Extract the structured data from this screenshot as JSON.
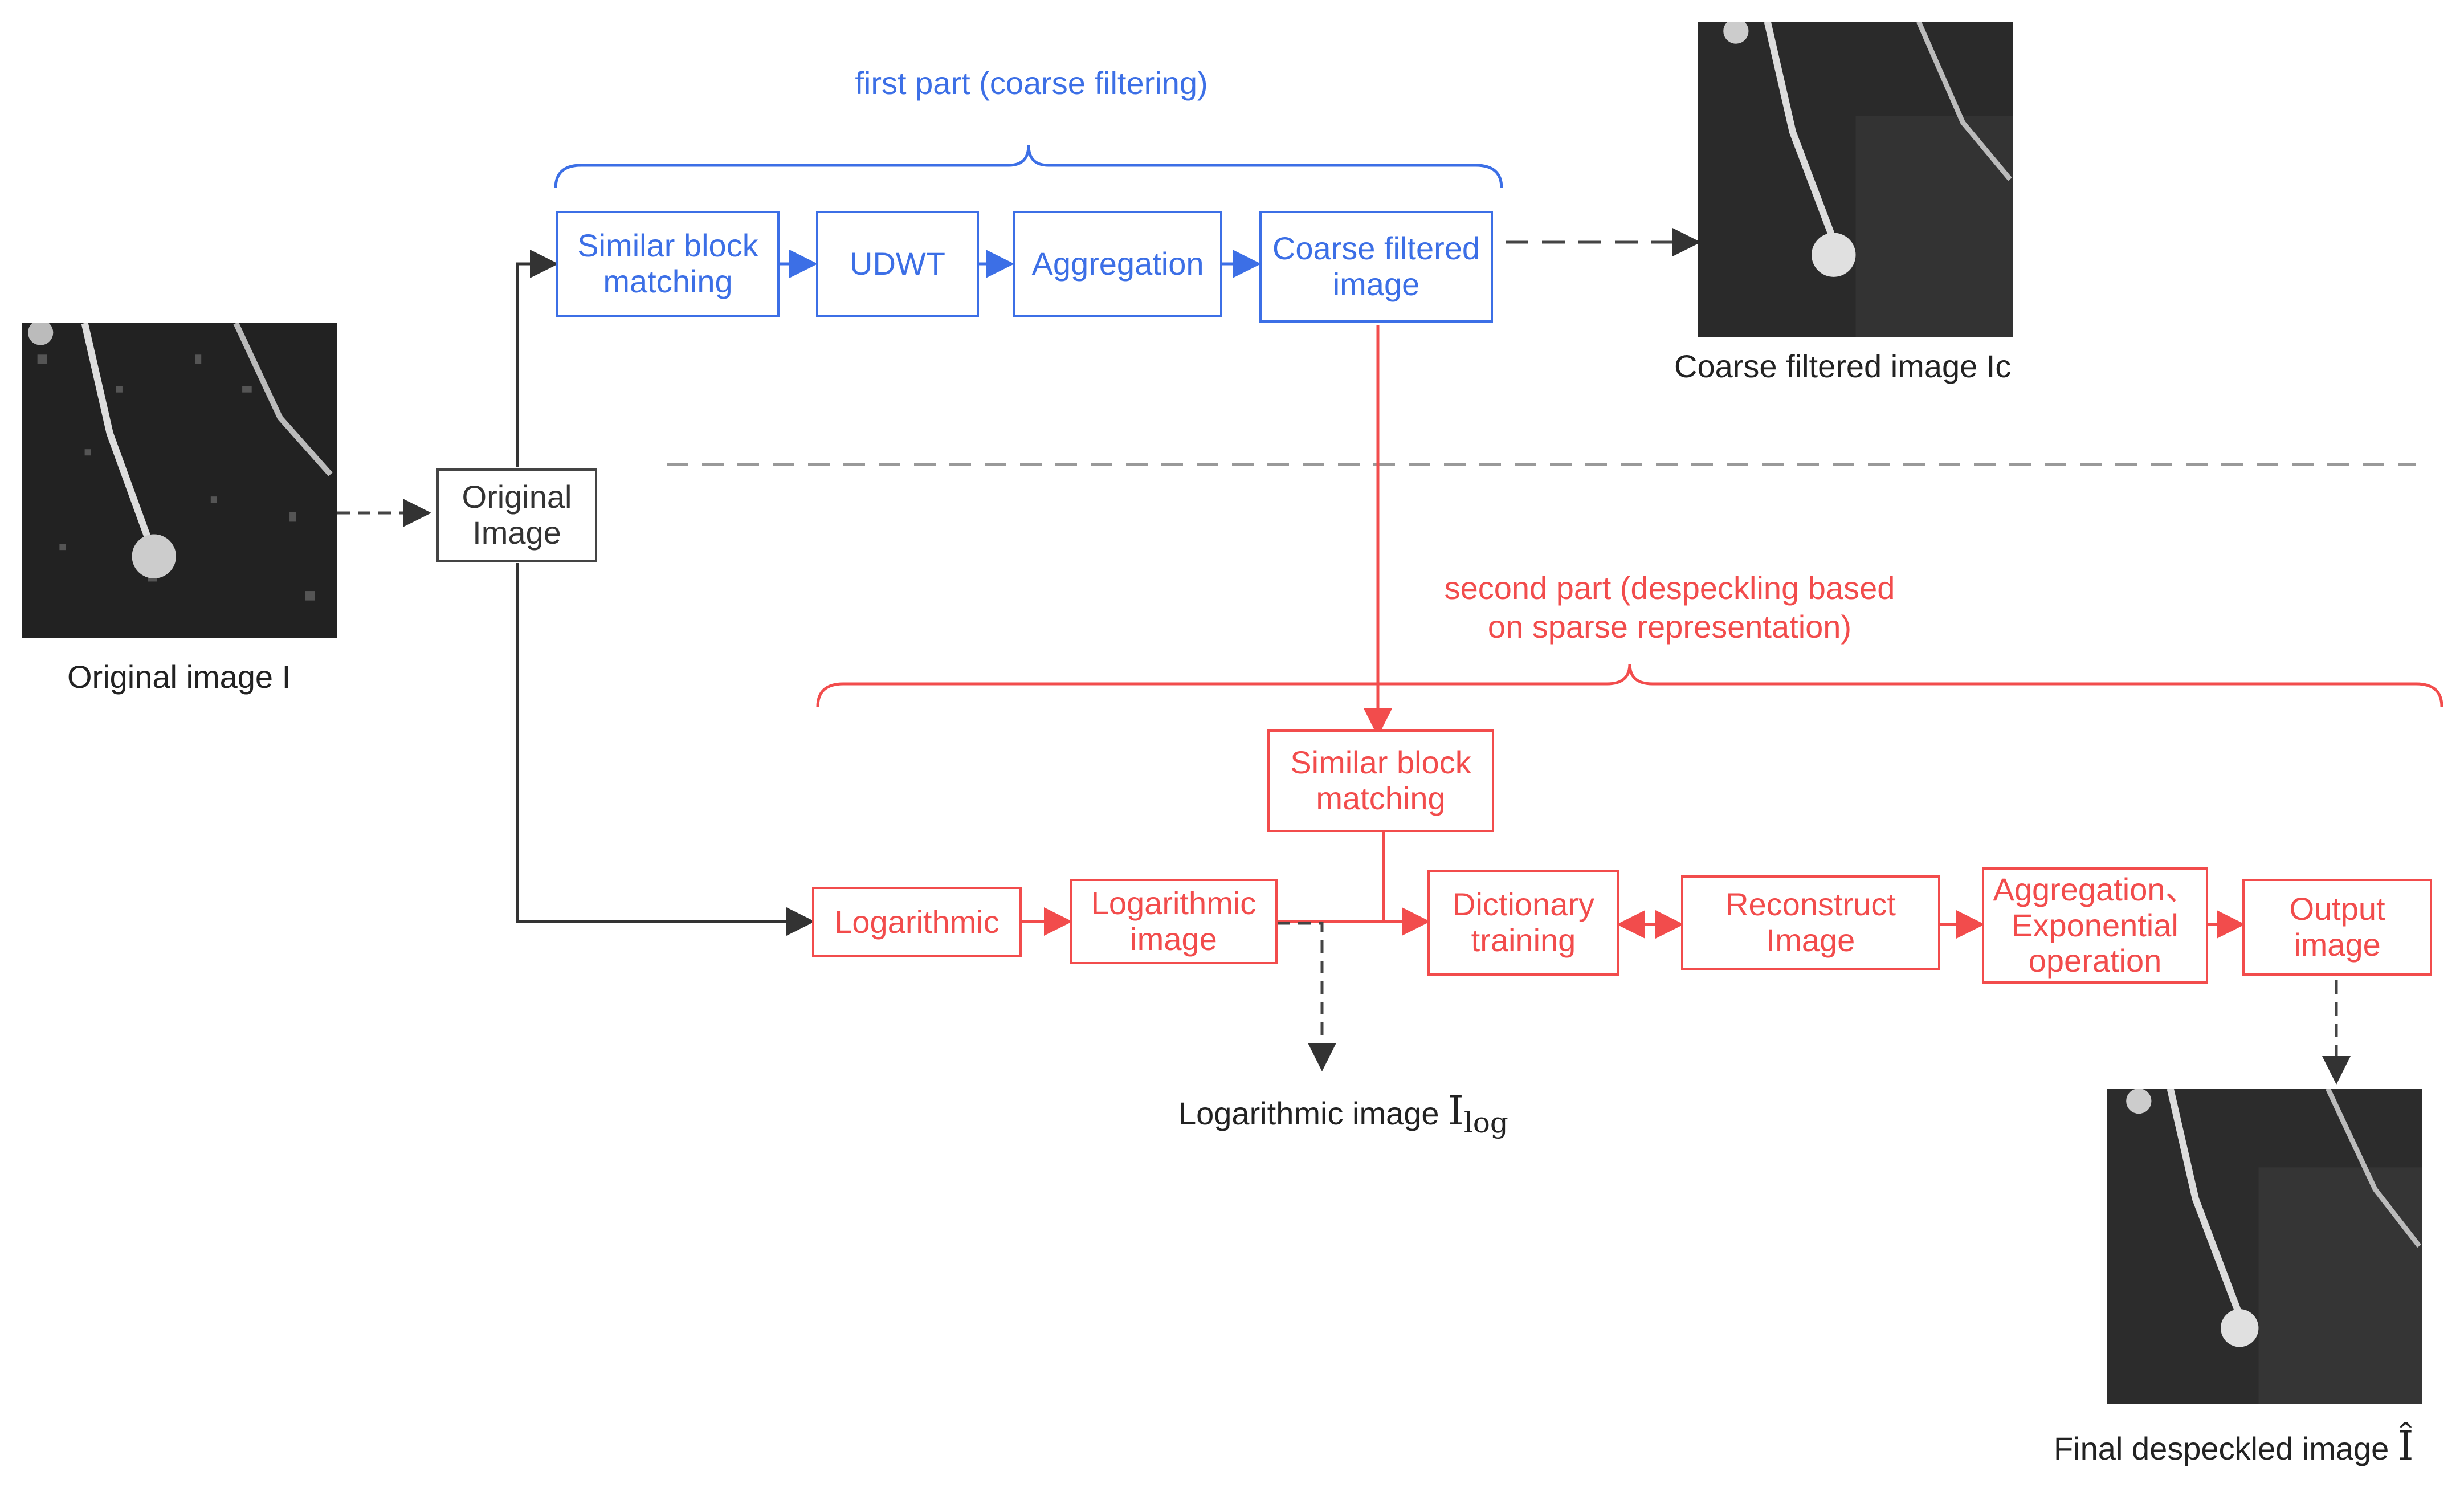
{
  "groups": {
    "first_part": "first part (coarse filtering)",
    "second_part": "second part (despeckling based\non sparse representation)"
  },
  "boxes": {
    "original_image": "Original\nImage",
    "first_similar_block": "Similar block\nmatching",
    "udwt": "UDWT",
    "aggregation": "Aggregation",
    "coarse_filtered": "Coarse filtered\nimage",
    "second_similar_block": "Similar block\nmatching",
    "logarithmic": "Logarithmic",
    "logarithmic_image": "Logarithmic\nimage",
    "dictionary_training": "Dictionary\ntraining",
    "reconstruct_image": "Reconstruct\nImage",
    "aggregation_exponential": "Aggregation、\nExponential\noperation",
    "output_image": "Output\nimage"
  },
  "captions": {
    "original": "Original image I",
    "coarse": "Coarse filtered image Ic",
    "log_prefix": "Logarithmic image ",
    "log_symbol": "I",
    "log_subscript": "log",
    "final_prefix": "Final despeckled image ",
    "final_symbol": "Î"
  },
  "colors": {
    "first_part": "#3c6fe6",
    "second_part": "#f24c4c",
    "neutral": "#444444"
  }
}
